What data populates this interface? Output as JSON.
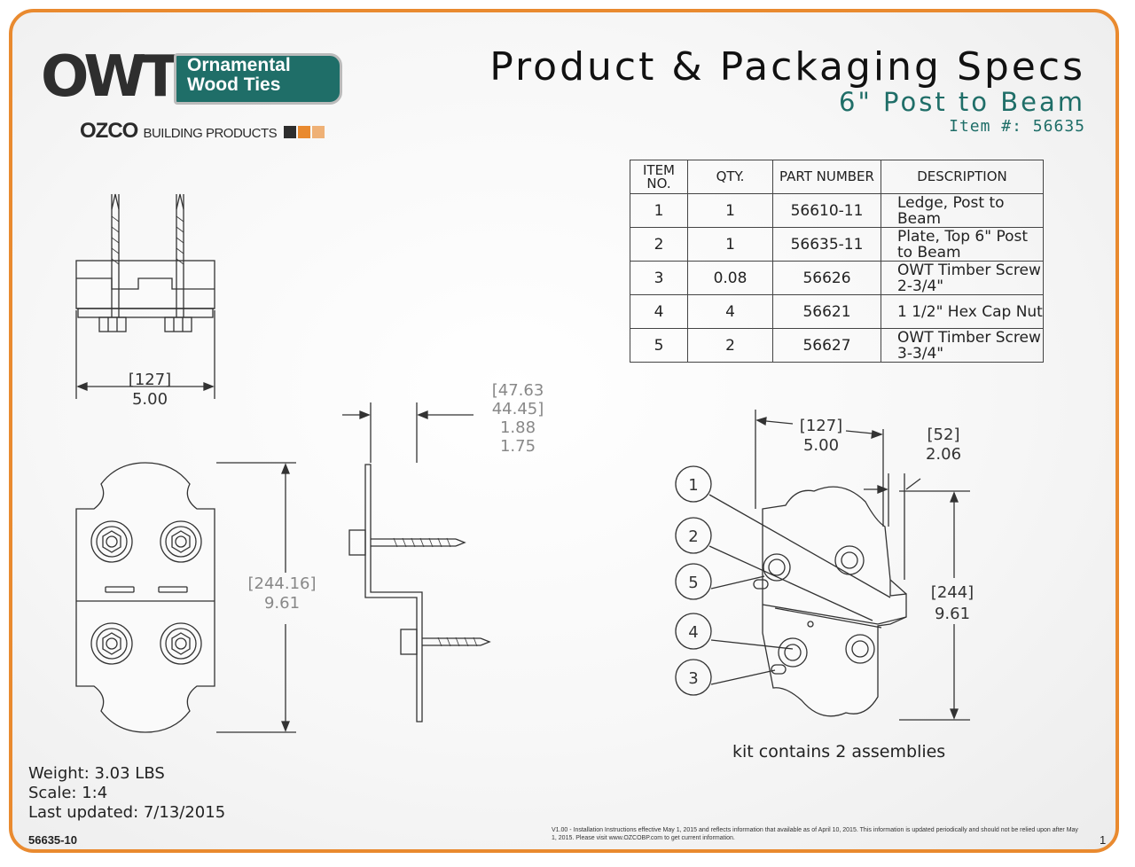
{
  "logo": {
    "mark": "OWT",
    "line1": "Ornamental",
    "line2": "Wood Ties",
    "company_bold": "OZCO",
    "company_rest": "BUILDING PRODUCTS",
    "brand_colors": [
      "#2e2e2e",
      "#1f6e68",
      "#e98a2f"
    ]
  },
  "header": {
    "title": "Product & Packaging Specs",
    "subtitle": "6\" Post to Beam",
    "item_number": "Item #: 56635"
  },
  "bom": {
    "headers": [
      "ITEM NO.",
      "QTY.",
      "PART NUMBER",
      "DESCRIPTION"
    ],
    "rows": [
      {
        "item": "1",
        "qty": "1",
        "part": "56610-11",
        "desc": "Ledge, Post to Beam"
      },
      {
        "item": "2",
        "qty": "1",
        "part": "56635-11",
        "desc": "Plate, Top 6\" Post to Beam"
      },
      {
        "item": "3",
        "qty": "0.08",
        "part": "56626",
        "desc": "OWT Timber Screw 2-3/4\""
      },
      {
        "item": "4",
        "qty": "4",
        "part": "56621",
        "desc": "1 1/2\" Hex Cap Nut"
      },
      {
        "item": "5",
        "qty": "2",
        "part": "56627",
        "desc": "OWT Timber Screw 3-3/4\""
      }
    ]
  },
  "dimensions": {
    "top_width_mm": "[127]",
    "top_width_in": "5.00",
    "side_offset_mm_1": "[47.63",
    "side_offset_mm_2": "44.45]",
    "side_offset_in_1": "1.88",
    "side_offset_in_2": "1.75",
    "front_height_mm": "[244.16]",
    "front_height_in": "9.61",
    "iso_width_mm": "[127]",
    "iso_width_in": "5.00",
    "iso_depth_mm": "[52]",
    "iso_depth_in": "2.06",
    "iso_height_mm": "[244]",
    "iso_height_in": "9.61"
  },
  "balloons": [
    "1",
    "2",
    "5",
    "4",
    "3"
  ],
  "caption": "kit contains 2 assemblies",
  "footer": {
    "weight": "Weight: 3.03 LBS",
    "scale": "Scale: 1:4",
    "updated": "Last updated: 7/13/2015",
    "doc_number": "56635-10",
    "note": "V1.00 - Installation Instructions effective May 1, 2015 and reflects information that available as of April 10, 2015. This information is updated periodically and should not be relied upon after May 1, 2015. Please visit www.OZCOBP.com to get current information.",
    "page": "1"
  }
}
